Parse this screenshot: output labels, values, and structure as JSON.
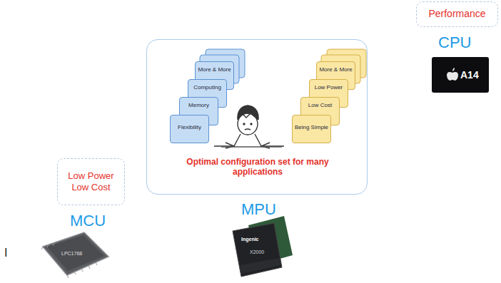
{
  "diagram": {
    "nodes": [
      {
        "text": [
          "Low Power Low Cost"
        ]
      },
      {
        "text": [
          "Optimal configuration set for many applications"
        ]
      },
      {
        "text": [
          "More & More"
        ],
        "in": 1
      },
      {
        "text": [
          "Computing"
        ],
        "in": 1
      },
      {
        "text": [
          "Memory"
        ],
        "in": 1
      },
      {
        "text": [
          "Flexibility"
        ],
        "in": 1
      },
      {
        "text": [
          "More & More"
        ],
        "in": 1
      },
      {
        "text": [
          "Low Power"
        ],
        "in": 1
      },
      {
        "text": [
          "Low Cost"
        ],
        "in": 1
      },
      {
        "text": [
          "Being Simple"
        ],
        "in": 1
      },
      {
        "text": [
          "Performance"
        ]
      }
    ],
    "labels": [
      "MCU",
      "MPU",
      "CPU",
      "LPC1768",
      "Ingenic",
      "X2000",
      "A14",
      "I"
    ]
  }
}
